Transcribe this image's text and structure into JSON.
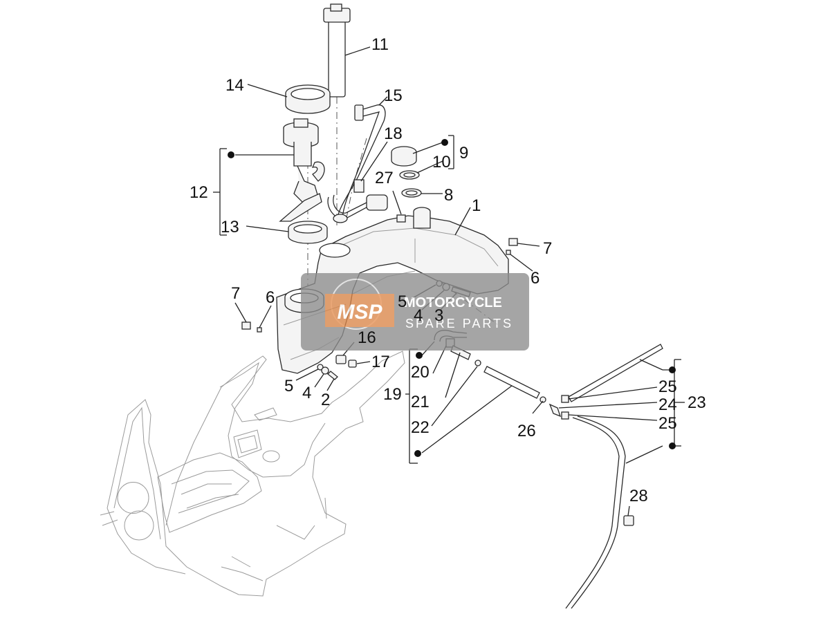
{
  "diagram": {
    "labels": {
      "l1": "1",
      "l2": "2",
      "l3": "3",
      "l4a": "4",
      "l4b": "4",
      "l5a": "5",
      "l5b": "5",
      "l6a": "6",
      "l6b": "6",
      "l7a": "7",
      "l7b": "7",
      "l8": "8",
      "l9": "9",
      "l10": "10",
      "l11": "11",
      "l12": "12",
      "l13": "13",
      "l14": "14",
      "l15": "15",
      "l16": "16",
      "l17": "17",
      "l18": "18",
      "l19": "19",
      "l20": "20",
      "l21": "21",
      "l22": "22",
      "l23": "23",
      "l24": "24",
      "l25a": "25",
      "l25b": "25",
      "l26": "26",
      "l27": "27",
      "l28": "28"
    }
  },
  "watermark": {
    "logo": "MSP",
    "line1": "MOTORCYCLE",
    "line2": "SPARE PARTS",
    "color_bg": "#888888",
    "color_accent": "#e8853d"
  }
}
